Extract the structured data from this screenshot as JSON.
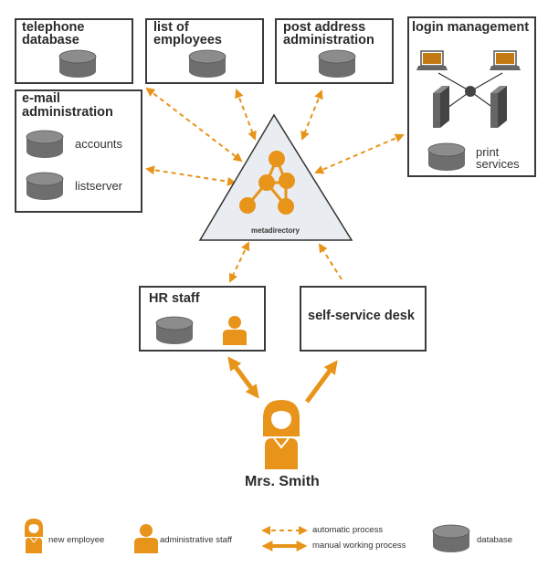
{
  "nodes": {
    "telephone": {
      "line1": "telephone",
      "line2": "database"
    },
    "employees": {
      "line1": "list of",
      "line2": "employees"
    },
    "post": {
      "line1": "post address",
      "line2": "administration"
    },
    "login": {
      "title": "login management",
      "print_line1": "print",
      "print_line2": "services"
    },
    "email": {
      "line1": "e-mail",
      "line2": "administration",
      "accounts": "accounts",
      "listserver": "listserver"
    },
    "meta": {
      "label": "metadirectory"
    },
    "hr": {
      "title": "HR staff"
    },
    "selfservice": {
      "title": "self-service desk"
    },
    "person": {
      "name": "Mrs. Smith"
    }
  },
  "legend": {
    "new_employee": "new employee",
    "admin_staff": "administrative staff",
    "automatic": "automatic process",
    "manual": "manual working process",
    "database": "database"
  },
  "colors": {
    "accent": "#e8941a",
    "box_border": "#3a3a3a",
    "db_fill": "#6e6e6e",
    "triangle_fill": "#e9ecf0"
  }
}
